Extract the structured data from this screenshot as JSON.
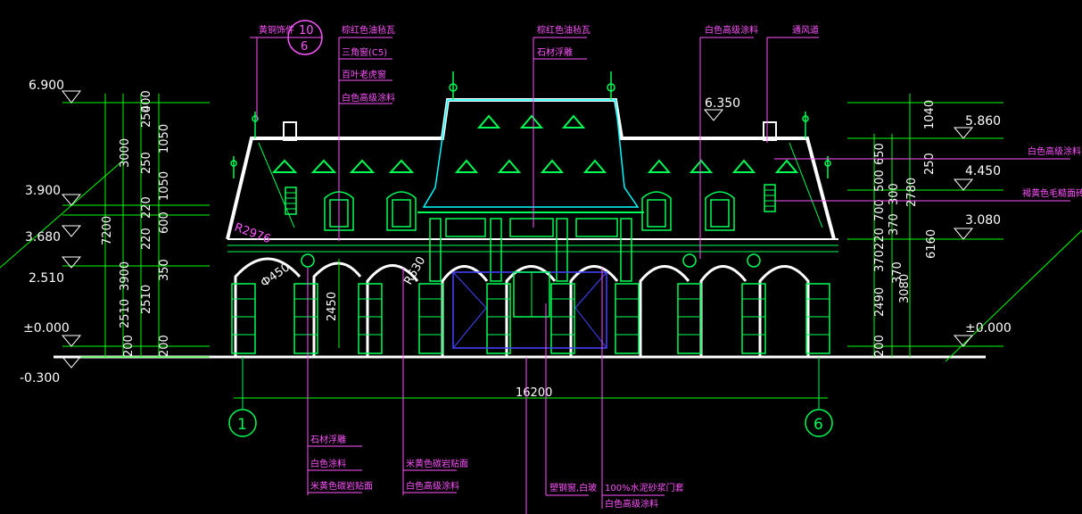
{
  "levels_left": [
    "6.900",
    "3.900",
    "3.680",
    "2.510",
    "±0.000",
    "-0.300"
  ],
  "levels_right": [
    "6.350",
    "5.860",
    "4.450",
    "3.080",
    "±0.000"
  ],
  "dims_left_outer": [
    "3000",
    "7200",
    "3900",
    "2510"
  ],
  "dims_left_inner": [
    "400",
    "250",
    "1050",
    "250",
    "1050",
    "220",
    "600",
    "220",
    "350",
    "200",
    "2510",
    "200"
  ],
  "dims_right_outer": [
    "1040",
    "250",
    "2780",
    "370",
    "3080",
    "6160"
  ],
  "dims_right_inner": [
    "650",
    "500",
    "300",
    "700",
    "220",
    "370",
    "2490",
    "370",
    "200"
  ],
  "dims_other": [
    "2450",
    "R630",
    "Ф450",
    "R2976",
    "16200"
  ],
  "axes": [
    "1",
    "6"
  ],
  "detail_ref": {
    "top": "10",
    "bottom": "6"
  },
  "annotations_top": [
    "黄铜饰件",
    "棕红色油毡瓦",
    "三角窗(C5)",
    "百叶老虎窗",
    "白色高级涂料",
    "棕红色油毡瓦",
    "石材浮雕",
    "白色高级涂料",
    "通风道"
  ],
  "annotations_right": [
    "白色高级涂料",
    "褐黄色毛糙面砖"
  ],
  "annotations_bottom": [
    "石材浮雕",
    "白色涂料",
    "米黄色碳岩贴面",
    "米黄色碳岩贴面",
    "白色高级涂料",
    "塑钢窗,白玻",
    "100%水泥砂浆门套",
    "白色高级涂料"
  ],
  "colors": {
    "background": "#000000",
    "outline": "#ffffff",
    "structure": "#00ff55",
    "dimension": "#00ff00",
    "annotation": "#ff55ff",
    "accent": "#00ffff"
  }
}
